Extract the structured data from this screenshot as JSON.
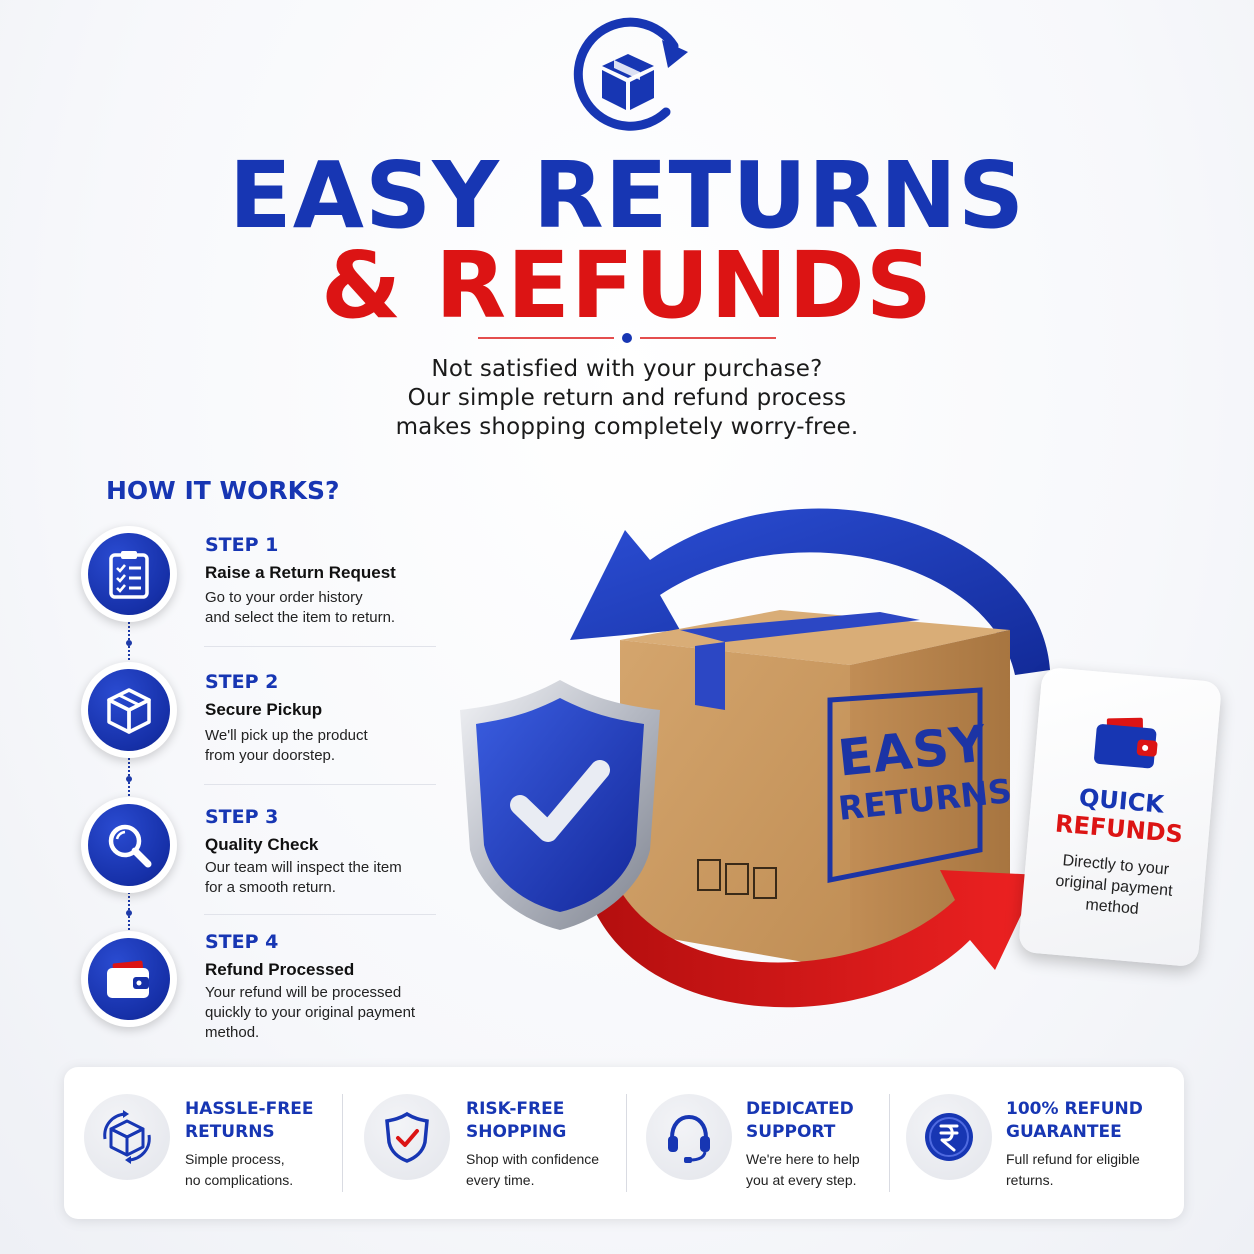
{
  "header": {
    "title_line1": "EASY RETURNS",
    "title_line2": "& REFUNDS",
    "intro": [
      "Not satisfied with your purchase?",
      "Our simple return and refund process",
      "makes shopping completely worry-free."
    ]
  },
  "how_it_works": {
    "title": "HOW IT WORKS?",
    "steps": [
      {
        "number": "STEP 1",
        "title": "Raise a Return Request",
        "desc_line1": "Go to your order history",
        "desc_line2": "and select the item to return.",
        "desc_line3": "",
        "icon": "clipboard-checklist-icon"
      },
      {
        "number": "STEP 2",
        "title": "Secure Pickup",
        "desc_line1": "We'll pick up the product",
        "desc_line2": "from your doorstep.",
        "desc_line3": "",
        "icon": "box-icon"
      },
      {
        "number": "STEP 3",
        "title": "Quality Check",
        "desc_line1": "Our team will inspect the item",
        "desc_line2": "for a smooth return.",
        "desc_line3": "",
        "icon": "magnifier-icon"
      },
      {
        "number": "STEP 4",
        "title": "Refund Processed",
        "desc_line1": "Your refund will be processed",
        "desc_line2": "quickly to your original payment",
        "desc_line3": "method.",
        "icon": "wallet-icon"
      }
    ]
  },
  "illustration": {
    "box_label_line1": "EASY",
    "box_label_line2": "RETURNS",
    "refund_card": {
      "title_line1": "QUICK",
      "title_line2": "REFUNDS",
      "desc_line1": "Directly to your",
      "desc_line2": "original payment",
      "desc_line3": "method"
    }
  },
  "features": [
    {
      "title_line1": "HASSLE-FREE",
      "title_line2": "RETURNS",
      "desc_line1": "Simple process,",
      "desc_line2": "no complications.",
      "icon": "box-return-arrows-icon"
    },
    {
      "title_line1": "RISK-FREE",
      "title_line2": "SHOPPING",
      "desc_line1": "Shop with confidence",
      "desc_line2": "every time.",
      "icon": "shield-check-icon"
    },
    {
      "title_line1": "DEDICATED",
      "title_line2": "SUPPORT",
      "desc_line1": "We're here to help",
      "desc_line2": "you at every step.",
      "icon": "headset-icon"
    },
    {
      "title_line1": "100% REFUND",
      "title_line2": "GUARANTEE",
      "desc_line1": "Full refund for eligible",
      "desc_line2": "returns.",
      "icon": "rupee-coin-icon"
    }
  ],
  "colors": {
    "brand_blue": "#1736b3",
    "brand_red": "#dc1414",
    "cardboard": "#c99a62"
  }
}
